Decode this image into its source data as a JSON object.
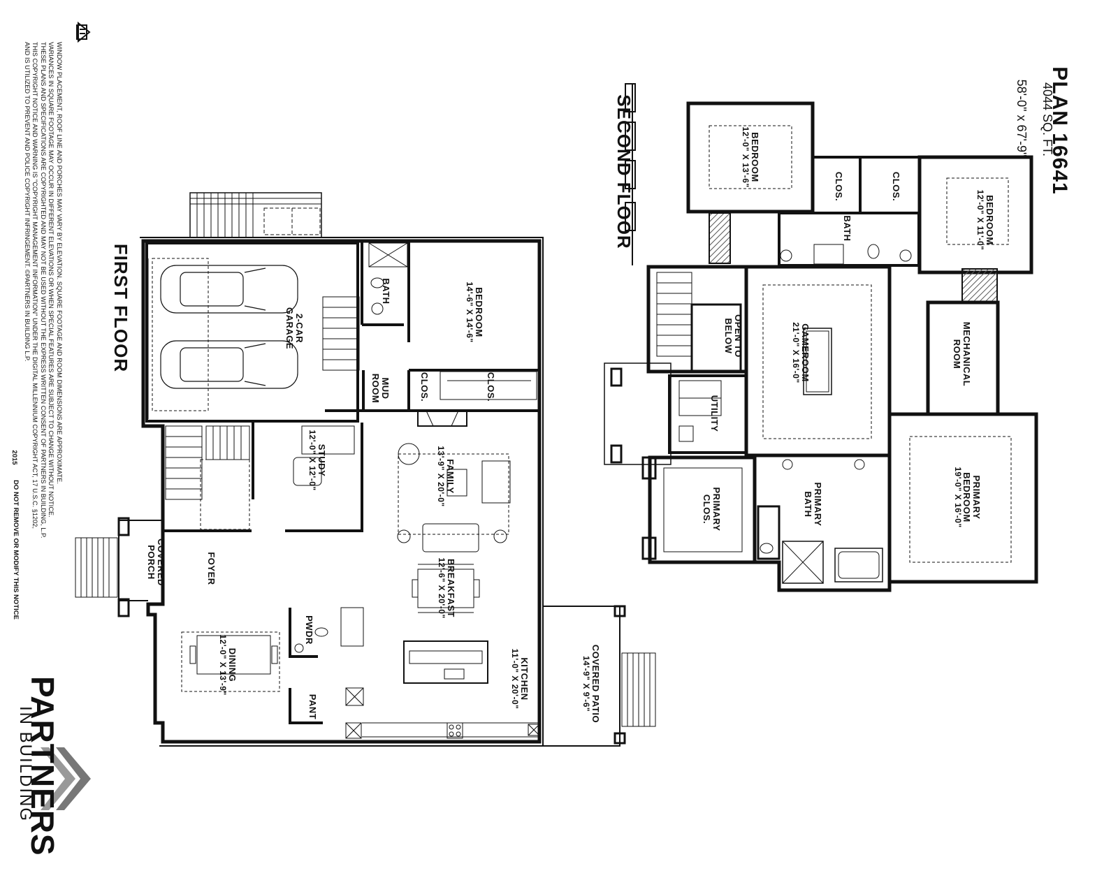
{
  "plan": {
    "title": "PLAN 16641",
    "area": "4044 SQ. FT.",
    "dimensions": "58'-0\" x 67'-9\""
  },
  "floors": {
    "first_label": "FIRST FLOOR",
    "second_label": "SECOND FLOOR"
  },
  "first_floor_rooms": {
    "garage": {
      "name": "2-CAR GARAGE"
    },
    "bedroom": {
      "name": "BEDROOM",
      "size": "14'-6\" X 14'-6\""
    },
    "bath": {
      "name": "BATH"
    },
    "mud_room": {
      "name": "MUD ROOM"
    },
    "clos_a": {
      "name": "CLOS."
    },
    "clos_b": {
      "name": "CLOS."
    },
    "study": {
      "name": "STUDY",
      "size": "12'-0\" X 12'-0\""
    },
    "family": {
      "name": "FAMILY",
      "size": "13'-9\" X 20'-0\""
    },
    "breakfast": {
      "name": "BREAKFAST",
      "size": "12'-6\" X 20'-0\""
    },
    "kitchen": {
      "name": "KITCHEN",
      "size": "11'-0\" X 20'-0\""
    },
    "foyer": {
      "name": "FOYER"
    },
    "covered_porch": {
      "name": "COVERED PORCH"
    },
    "pwdr": {
      "name": "PWDR"
    },
    "pant": {
      "name": "PANT"
    },
    "dining": {
      "name": "DINING",
      "size": "12'-0\" X 13'-9\""
    },
    "covered_patio": {
      "name": "COVERED PATIO",
      "size": "14'-9\" X 9'-6\""
    }
  },
  "second_floor_rooms": {
    "bedroom_a": {
      "name": "BEDROOM",
      "size": "12'-0\" X 13'-6\""
    },
    "clos_a": {
      "name": "CLOS."
    },
    "bath": {
      "name": "BATH"
    },
    "clos_b": {
      "name": "CLOS."
    },
    "bedroom_b": {
      "name": "BEDROOM",
      "size": "12'-0\" X 11'-0\""
    },
    "open_to_below": {
      "name": "OPEN TO BELOW"
    },
    "gameroom": {
      "name": "GAMEROOM",
      "size": "21'-0\" X 16'-0\""
    },
    "mechanical": {
      "name": "MECHANICAL ROOM"
    },
    "utility": {
      "name": "UTILITY"
    },
    "primary_clos": {
      "name": "PRIMARY CLOS."
    },
    "primary_bath": {
      "name": "PRIMARY BATH"
    },
    "primary_bedroom": {
      "name": "PRIMARY BEDROOM",
      "size": "19'-0\" X 16'-0\""
    }
  },
  "disclaimer": {
    "lines": [
      "WINDOW PLACEMENT, ROOF LINE AND PORCHES MAY VARY BY ELEVATION. SQUARE FOOTAGE AND ROOM DIMENSIONS ARE APPROXIMATE.",
      "VARIANCES IN SQUARE FOOTAGE MAY OCCUR IN DIFFERENT ELEVATIONS OR WHEN SPECIAL FEATURES ARE SUBJECT TO CHANGE WITHOUT NOTICE.",
      "THESE PLANS AND SPECIFICATIONS ARE COPYRIGHTED AND MAY NOT BE USED WITHOUT THE EXPRESS WRITTEN CONSENT OF PARTNERS IN BUILDING, L.P.",
      "THIS COPYRIGHT NOTICE AND WARNING IS \"COPYRIGHT MANAGEMENT INFORMATION\" UNDER THE DIGITAL MILLENNIUM COPYRIGHT ACT, 17 U.S.C. §1202,",
      "AND IS UTILIZED TO PREVENT AND POLICE COPYRIGHT INFRINGEMENT. ©PARTNERS IN BUILDING L.P."
    ],
    "year": "2015",
    "do_not_remove": "DO NOT REMOVE OR MODIFY THIS NOTICE"
  },
  "logo": {
    "word": "PARTNERS",
    "sub": "IN BUILDING"
  },
  "colors": {
    "wall": "#111111",
    "hatch": "#555555",
    "fixture": "#444444",
    "logo_gray": "#777777"
  }
}
